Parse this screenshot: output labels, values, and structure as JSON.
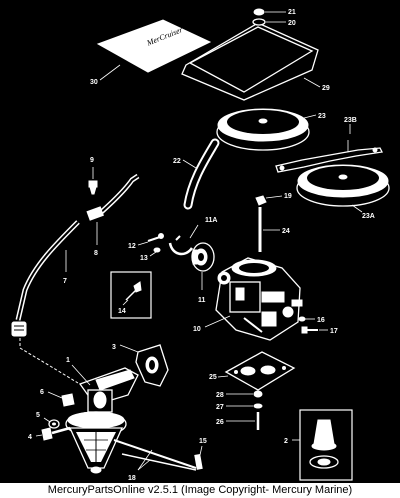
{
  "callouts": {
    "n1": "1",
    "n2": "2",
    "n3": "3",
    "n4": "4",
    "n5": "5",
    "n6": "6",
    "n7": "7",
    "n8": "8",
    "n9": "9",
    "n10": "10",
    "n11": "11",
    "n11a": "11A",
    "n12": "12",
    "n13": "13",
    "n14": "14",
    "n15": "15",
    "n16": "16",
    "n17": "17",
    "n18": "18",
    "n19": "19",
    "n20": "20",
    "n21": "21",
    "n22": "22",
    "n23": "23",
    "n23a": "23A",
    "n23b": "23B",
    "n24": "24",
    "n25": "25",
    "n26": "26",
    "n27": "27",
    "n28": "28",
    "n29": "29",
    "n30": "30"
  },
  "decal_text": "MerCruiser",
  "footer": "MercuryPartsOnline v2.5.1 (Image Copyright- Mercury Marine)"
}
